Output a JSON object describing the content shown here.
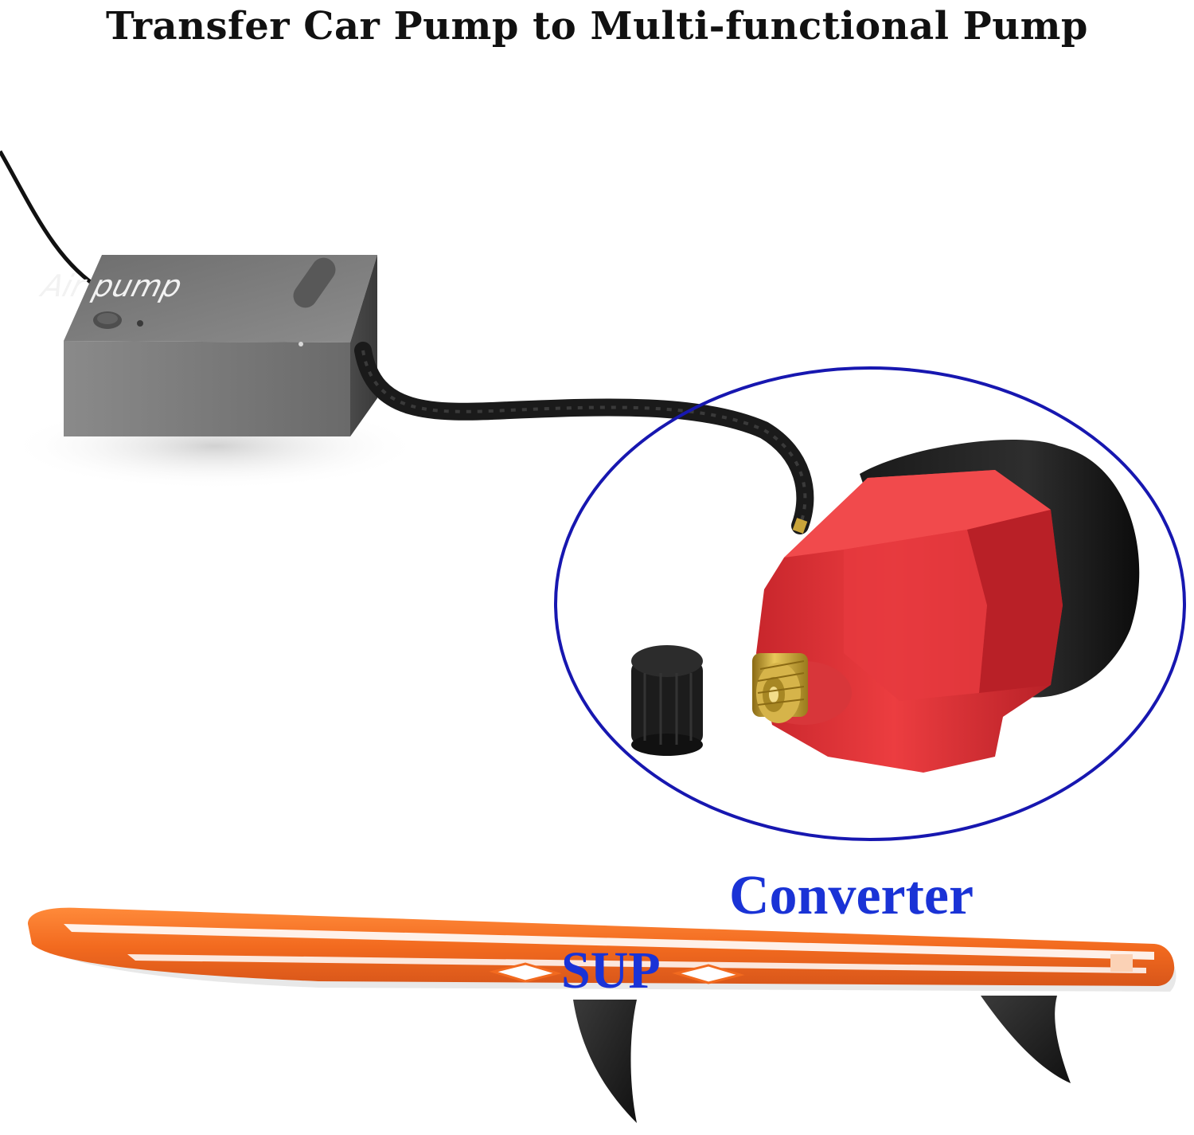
{
  "title": "Transfer Car Pump to Multi-functional Pump",
  "pump_text": "Air pump",
  "labels": {
    "converter": "Converter",
    "sup": "SUP"
  },
  "colors": {
    "label_blue": "#1a33d6",
    "ellipse_blue": "#1717b0",
    "adapter_red": "#e03438",
    "board_orange": "#f26a1f",
    "pump_gray": "#7a7a7a"
  }
}
